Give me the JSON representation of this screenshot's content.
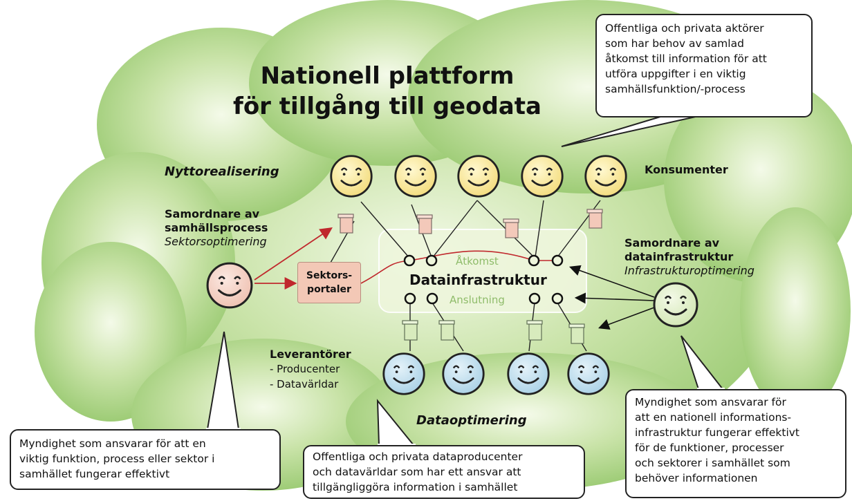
{
  "title": {
    "line1": "Nationell plattform",
    "line2": "för tillgång till geodata"
  },
  "labels": {
    "nyttorealisering": "Nyttorealisering",
    "konsumenter": "Konsumenter",
    "samordnare_process_1": "Samordnare av",
    "samordnare_process_2": "samhällsprocess",
    "sektorsoptimering": "Sektorsoptimering",
    "samordnare_infra_1": "Samordnare av",
    "samordnare_infra_2": "datainfrastruktur",
    "infrastrukturoptimering": "Infrastrukturoptimering",
    "leverantorer": "Leverantörer",
    "producenter": "- Producenter",
    "datavarldar": "- Datavärldar",
    "dataoptimering": "Dataoptimering",
    "sektorsportaler_1": "Sektors-",
    "sektorsportaler_2": "portaler",
    "atkomst": "Åtkomst",
    "datainfrastruktur": "Datainfrastruktur",
    "anslutning": "Anslutning"
  },
  "callouts": {
    "consumers": [
      "Offentliga och privata aktörer",
      "som har behov av samlad",
      "åtkomst till information för att",
      "utföra uppgifter i en viktig",
      "samhällsfunktion/-process"
    ],
    "process_coordinator": [
      "Myndighet som ansvarar för att en",
      "viktig funktion, process eller sektor i",
      "samhället fungerar effektivt"
    ],
    "suppliers": [
      "Offentliga och privata dataproducenter",
      "och datavärldar som har ett ansvar att",
      "tillgängliggöra information i samhället"
    ],
    "infra_coordinator": [
      "Myndighet som ansvarar för",
      "att en nationell informations-",
      "infrastruktur fungerar effektivt",
      "för de funktioner, processer",
      "och sektorer i samhället som",
      "behöver informationen"
    ]
  },
  "colors": {
    "cloud": "#8dc363",
    "consumer_face": "#f8e79a",
    "supplier_face": "#bcdbea",
    "process_face": "#f4cfc3",
    "infra_face": "#dfedc6",
    "arrow_red": "#c0282d",
    "platform_box": "#eef6dc"
  },
  "icons": {
    "face": "smiley-face-icon",
    "document": "document-icon",
    "port": "connection-port-icon"
  }
}
